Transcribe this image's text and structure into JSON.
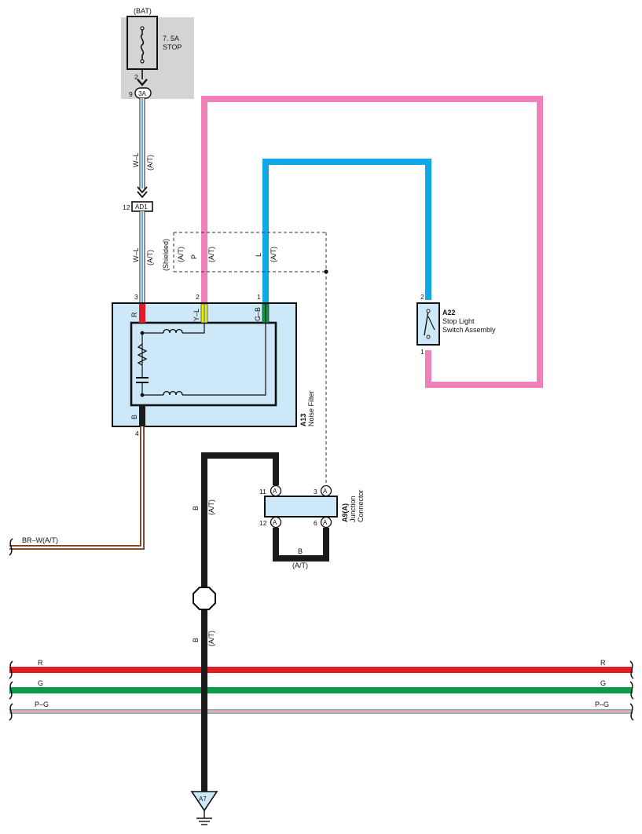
{
  "colors": {
    "pink": "#f080b8",
    "blue": "#10a8e8",
    "red": "#e01c24",
    "green": "#0a9a48",
    "black": "#1a1a1a",
    "brown": "#9a5a35",
    "white_blue_stripe": "#2a8ad8",
    "component_fill": "#cde9f9",
    "fuse_area": "#d4d4d4",
    "p_g_pink": "#f2a3c7",
    "p_g_green": "#7fb79a"
  },
  "fuse": {
    "source": "(BAT)",
    "rating": "7. 5A",
    "name": "STOP",
    "pin": "2",
    "connector_pin": "9",
    "connector": "3A"
  },
  "wires": {
    "w_l_upper": {
      "color": "W–L",
      "note": "(A/T)"
    },
    "w_l_lower": {
      "color": "W–L",
      "note": "(A/T)"
    },
    "pink_wire": {
      "color": "P",
      "note": "(A/T)"
    },
    "blue_wire": {
      "color": "L",
      "note": "(A/T)"
    },
    "shield": {
      "label": "(Shielded)",
      "note": "(A/T)"
    },
    "br_w": {
      "label": "BR–W(A/T)"
    },
    "ground_upper": {
      "color": "B",
      "note": "(A/T)"
    },
    "ground_lower": {
      "color": "B",
      "note": "(A/T)"
    },
    "junction_loop": {
      "color": "B",
      "note": "(A/T)"
    }
  },
  "connector_ad1": {
    "pin": "12",
    "name": "AD1"
  },
  "noise_filter": {
    "code": "A13",
    "name": "Noise Filter",
    "pins": {
      "p3": "3",
      "p2": "2",
      "p1": "1",
      "p4": "4"
    },
    "wire_colors": {
      "r": "R",
      "y_l": "Y–L",
      "g_b": "G–B",
      "b": "B"
    }
  },
  "stop_switch": {
    "code": "A22",
    "name_line1": "Stop Light",
    "name_line2": "Switch Assembly",
    "pin_top": "2",
    "pin_bottom": "1"
  },
  "junction": {
    "code": "A9(A)",
    "name_line1": "Junction",
    "name_line2": "Connector",
    "pins": {
      "p11": "11",
      "p3": "3",
      "p12": "12",
      "p6": "6"
    },
    "conn_letter": "A"
  },
  "ground": {
    "name": "A7"
  },
  "bus": [
    {
      "left": "R",
      "right": "R"
    },
    {
      "left": "G",
      "right": "G"
    },
    {
      "left": "P–G",
      "right": "P–G"
    }
  ]
}
